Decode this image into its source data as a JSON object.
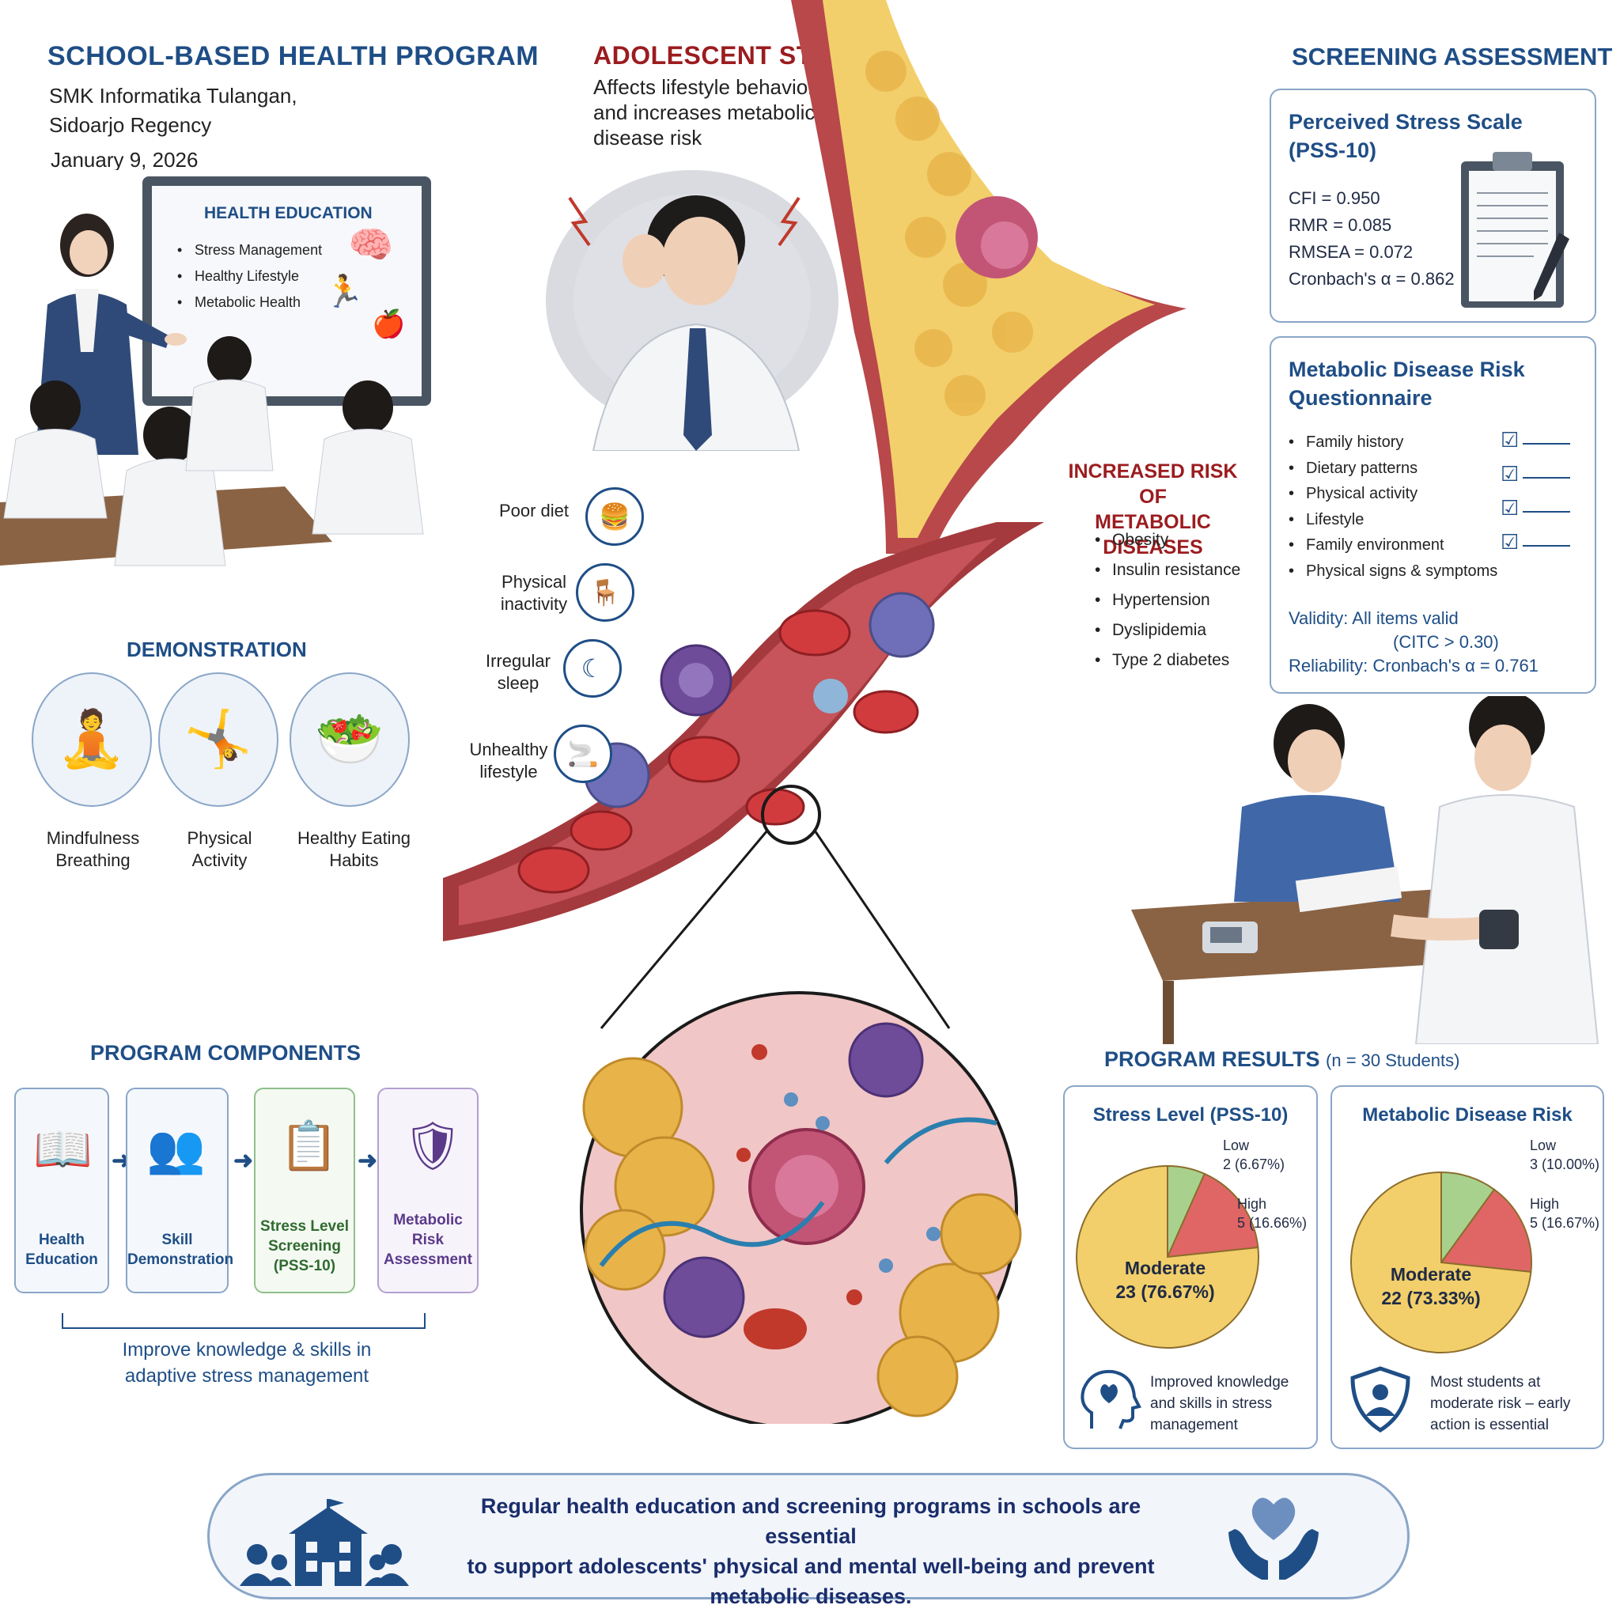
{
  "program": {
    "title": "SCHOOL-BASED HEALTH PROGRAM",
    "school": "SMK Informatika Tulangan,",
    "regency": "Sidoarjo Regency",
    "date": "January 9, 2026"
  },
  "whiteboard": {
    "title": "HEALTH EDUCATION",
    "items": [
      "Stress Management",
      "Healthy Lifestyle",
      "Metabolic Health"
    ]
  },
  "demonstration": {
    "title": "DEMONSTRATION",
    "items": [
      {
        "line1": "Mindfulness",
        "line2": "Breathing"
      },
      {
        "line1": "Physical",
        "line2": "Activity"
      },
      {
        "line1": "Healthy Eating",
        "line2": "Habits"
      }
    ]
  },
  "stress": {
    "title": "ADOLESCENT STRESS",
    "line1": "Affects lifestyle behaviors",
    "line2": "and increases metabolic",
    "line3": "disease risk"
  },
  "risk_factors": [
    {
      "line1": "Poor diet",
      "line2": "",
      "icon": "burger-icon"
    },
    {
      "line1": "Physical",
      "line2": "inactivity",
      "icon": "sitting-person-icon"
    },
    {
      "line1": "Irregular",
      "line2": "sleep",
      "icon": "moon-icon"
    },
    {
      "line1": "Unhealthy",
      "line2": "lifestyle",
      "icon": "cigarette-icon"
    }
  ],
  "increased_risk": {
    "title_line1": "INCREASED RISK OF",
    "title_line2": "METABOLIC DISEASES",
    "items": [
      "Obesity",
      "Insulin resistance",
      "Hypertension",
      "Dyslipidemia",
      "Type 2 diabetes"
    ]
  },
  "screening": {
    "title": "SCREENING ASSESSMENT",
    "pss": {
      "title_line1": "Perceived Stress Scale",
      "title_line2": "(PSS-10)",
      "stats": [
        "CFI = 0.950",
        "RMR = 0.085",
        "RMSEA = 0.072",
        "Cronbach's α = 0.862"
      ]
    },
    "mdrq": {
      "title_line1": "Metabolic Disease Risk",
      "title_line2": "Questionnaire",
      "items": [
        "Family history",
        "Dietary patterns",
        "Physical activity",
        "Lifestyle",
        "Family environment",
        "Physical signs & symptoms"
      ],
      "validity_line1": "Validity: All items valid",
      "validity_line2": "(CITC > 0.30)",
      "reliability": "Reliability: Cronbach's α = 0.761"
    }
  },
  "components": {
    "title": "PROGRAM COMPONENTS",
    "items": [
      {
        "line1": "Health",
        "line2": "Education",
        "line3": "",
        "color": "#1f4e86"
      },
      {
        "line1": "Skill",
        "line2": "Demonstration",
        "line3": "",
        "color": "#1f4e86"
      },
      {
        "line1": "Stress Level",
        "line2": "Screening",
        "line3": "(PSS-10)",
        "color": "#2f6b2f"
      },
      {
        "line1": "Metabolic Risk",
        "line2": "Assessment",
        "line3": "",
        "color": "#5b3a8a"
      }
    ],
    "summary_line1": "Improve knowledge & skills in",
    "summary_line2": "adaptive stress management"
  },
  "results": {
    "title": "PROGRAM RESULTS",
    "n": "(n = 30 Students)",
    "stress_panel": {
      "title": "Stress Level (PSS-10)",
      "note_line1": "Improved knowledge",
      "note_line2": "and skills in stress",
      "note_line3": "management"
    },
    "risk_panel": {
      "title": "Metabolic Disease Risk",
      "note_line1": "Most students at",
      "note_line2": "moderate risk – early",
      "note_line3": "action is essential"
    }
  },
  "chart_data": [
    {
      "type": "pie",
      "title": "Stress Level (PSS-10)",
      "slices": [
        {
          "label": "Low",
          "text": "2 (6.67%)",
          "value": 6.67,
          "color": "#a9d18e"
        },
        {
          "label": "High",
          "text": "5 (16.66%)",
          "value": 16.66,
          "color": "#e06666"
        },
        {
          "label": "Moderate",
          "text": "23 (76.67%)",
          "value": 76.67,
          "color": "#f2cf6b"
        }
      ]
    },
    {
      "type": "pie",
      "title": "Metabolic Disease Risk",
      "slices": [
        {
          "label": "Low",
          "text": "3 (10.00%)",
          "value": 10.0,
          "color": "#a9d18e"
        },
        {
          "label": "High",
          "text": "5 (16.67%)",
          "value": 16.67,
          "color": "#e06666"
        },
        {
          "label": "Moderate",
          "text": "22 (73.33%)",
          "value": 73.33,
          "color": "#f2cf6b"
        }
      ]
    }
  ],
  "conclusion": {
    "line1": "Regular health education and screening programs in schools are essential",
    "line2": "to support adolescents' physical and mental well-being and prevent",
    "line3": "metabolic diseases."
  }
}
